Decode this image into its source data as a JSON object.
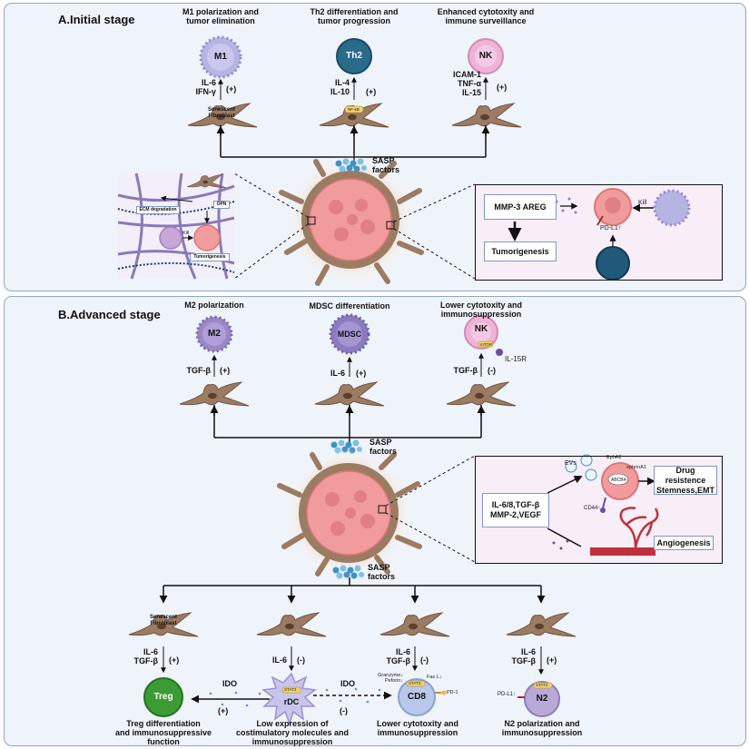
{
  "panel_a": {
    "title": "A.Initial stage",
    "m1": {
      "label": "M1 polarization and\ntumor elimination",
      "cell": "M1",
      "cytokines": "IL-6\nIFN-γ",
      "sign": "(+)",
      "fibroblast_label": "Senescent\nFibroblast"
    },
    "th2": {
      "label": "Th2 differentiation and\ntumor progression",
      "cell": "Th2",
      "cytokines": "IL-4\nIL-10",
      "sign": "(+)",
      "nfkb": "NF-κB"
    },
    "nk": {
      "label": "Enhanced cytotoxity and\nimmune surveillance",
      "cell": "NK",
      "cytokines": "ICAM-1\nTNF-α\nIL-15",
      "sign": "(+)"
    },
    "sasp": "SASP\nfactors",
    "ecm": {
      "ecm_degradation": "ECM degradation",
      "opn": "OPN",
      "kill": "Kill",
      "tumorigenesis": "Tumorigenesis"
    },
    "right_inset": {
      "mmp_areg": "MMP-3 AREG",
      "tumorigenesis": "Tumorigenesis",
      "pdl1": "PD-L1↑",
      "kill": "Kill"
    }
  },
  "panel_b": {
    "title": "B.Advanced stage",
    "m2": {
      "label": "M2 polarization",
      "cell": "M2",
      "cytokines": "TGF-β",
      "sign": "(+)"
    },
    "mdsc": {
      "label": "MDSC differentiation",
      "cell": "MDSC",
      "cytokines": "IL-6",
      "sign": "(+)"
    },
    "nk": {
      "label": "Lower cytotoxity and\nimmunosuppression",
      "cell": "NK",
      "cytokines": "TGF-β",
      "sign": "(-)",
      "mtor": "mTOR",
      "receptor": "IL-15R"
    },
    "sasp_top": "SASP\nfactors",
    "sasp_bottom": "SASP\nfactors",
    "right_inset": {
      "evs": "EVs",
      "epha2": "EphA2",
      "ephrina1": "ephrinA1",
      "abcb4": "ABCB4↑",
      "cd44": "CD44↑",
      "cytokines": "IL-6/8,TGF-β\nMMP-2,VEGF",
      "drug": "Drug resistence\nStemness,EMT",
      "angiogenesis": "Angiogenesis"
    },
    "treg": {
      "fibroblast_label": "Senescent\nFibroblast",
      "cytokines": "IL-6\nTGF-β",
      "sign": "(+)",
      "cell": "Treg",
      "label": "Treg differentiation\nand immunosuppressive\nfunction"
    },
    "rdc": {
      "cytokines": "IL-6",
      "sign": "(-)",
      "cell": "rDC",
      "stat3": "STAT3",
      "label": "Low expression of\ncostimulatory molecules and\nimmunosuppression"
    },
    "cd8": {
      "cytokines": "IL-6\nTGF-β",
      "sign": "(-)",
      "cell": "CD8",
      "stat3": "STAT3",
      "granzyme": "Granzyme↓\nPeforin↓",
      "fasl": "Fas L↓",
      "pd1": "PD-1",
      "label": "Lower cytotoxity and\nimmunosuppression"
    },
    "n2": {
      "cytokines": "IL-6\nTGF-β",
      "sign": "(+)",
      "cell": "N2",
      "stat3": "STAT3",
      "pdl1": "PD-L1↑",
      "label": "N2 polarization and\nimmunosuppression"
    },
    "ido_left": {
      "text": "IDO",
      "sign": "(+)"
    },
    "ido_right": {
      "text": "IDO",
      "sign": "(-)"
    }
  },
  "colors": {
    "panel_bg": "#eff3fa",
    "panel_border": "#8fa6c6",
    "fibroblast": "#9c7b63",
    "tumor": "#f29b9c",
    "m1": "#b6b4e3",
    "th2": "#2a6b8c",
    "nk": "#efb3d8",
    "treg": "#3c9b35",
    "rdc": "#c9c4ea",
    "cd8": "#b9c8ea",
    "n2": "#b9a9d6",
    "sasp": "#3f92c9",
    "vessel": "#c0303c"
  }
}
